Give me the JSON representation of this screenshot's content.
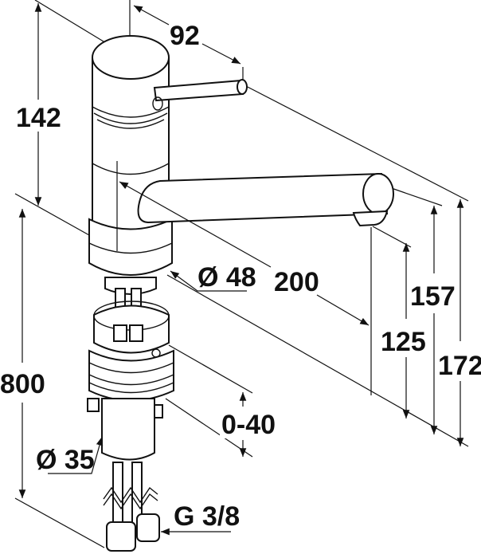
{
  "dimensions": {
    "height_body": "142",
    "lever_reach": "92",
    "spout_reach": "200",
    "body_diameter": "Ø 48",
    "spout_outlet_height": "125",
    "lever_height": "157",
    "total_height": "172",
    "hose_length": "800",
    "counter_thickness": "0-40",
    "hole_diameter": "Ø 35",
    "connection_thread": "G 3/8"
  }
}
